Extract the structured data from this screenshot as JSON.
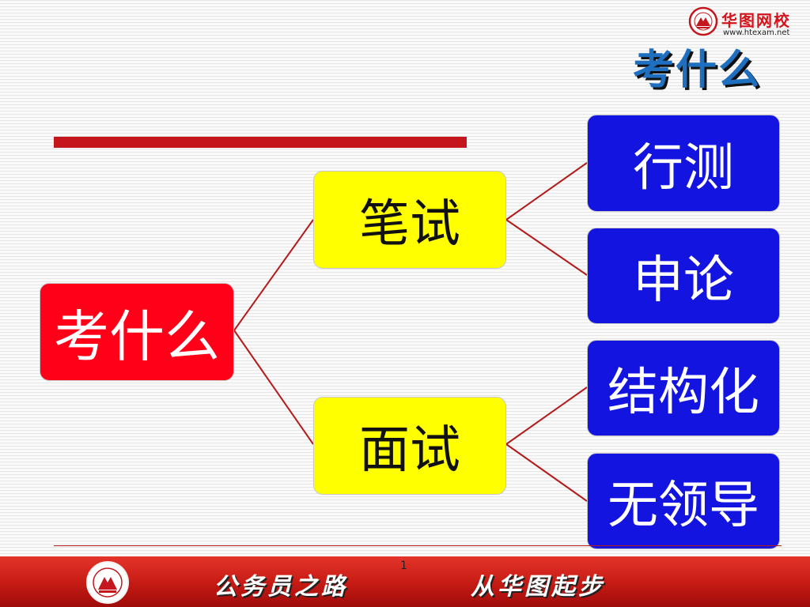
{
  "header": {
    "logo_name": "华图网校",
    "logo_url": "www.htexam.net",
    "title": "考什么"
  },
  "diagram": {
    "root": "考什么",
    "branches": [
      {
        "label": "笔试",
        "children": [
          "行测",
          "申论"
        ]
      },
      {
        "label": "面试",
        "children": [
          "结构化",
          "无领导"
        ]
      }
    ]
  },
  "footer": {
    "slogan_left": "公务员之路",
    "slogan_right": "从华图起步",
    "page_number": "1"
  },
  "colors": {
    "root_fill": "#ff0018",
    "branch_fill": "#ffff00",
    "leaf_fill": "#1414e0",
    "connector": "#b31b1b",
    "title": "#1f6fc0",
    "footer": "#c51a14"
  },
  "icons": [
    "huatu-emblem-icon",
    "huatu-education-emblem-icon"
  ]
}
